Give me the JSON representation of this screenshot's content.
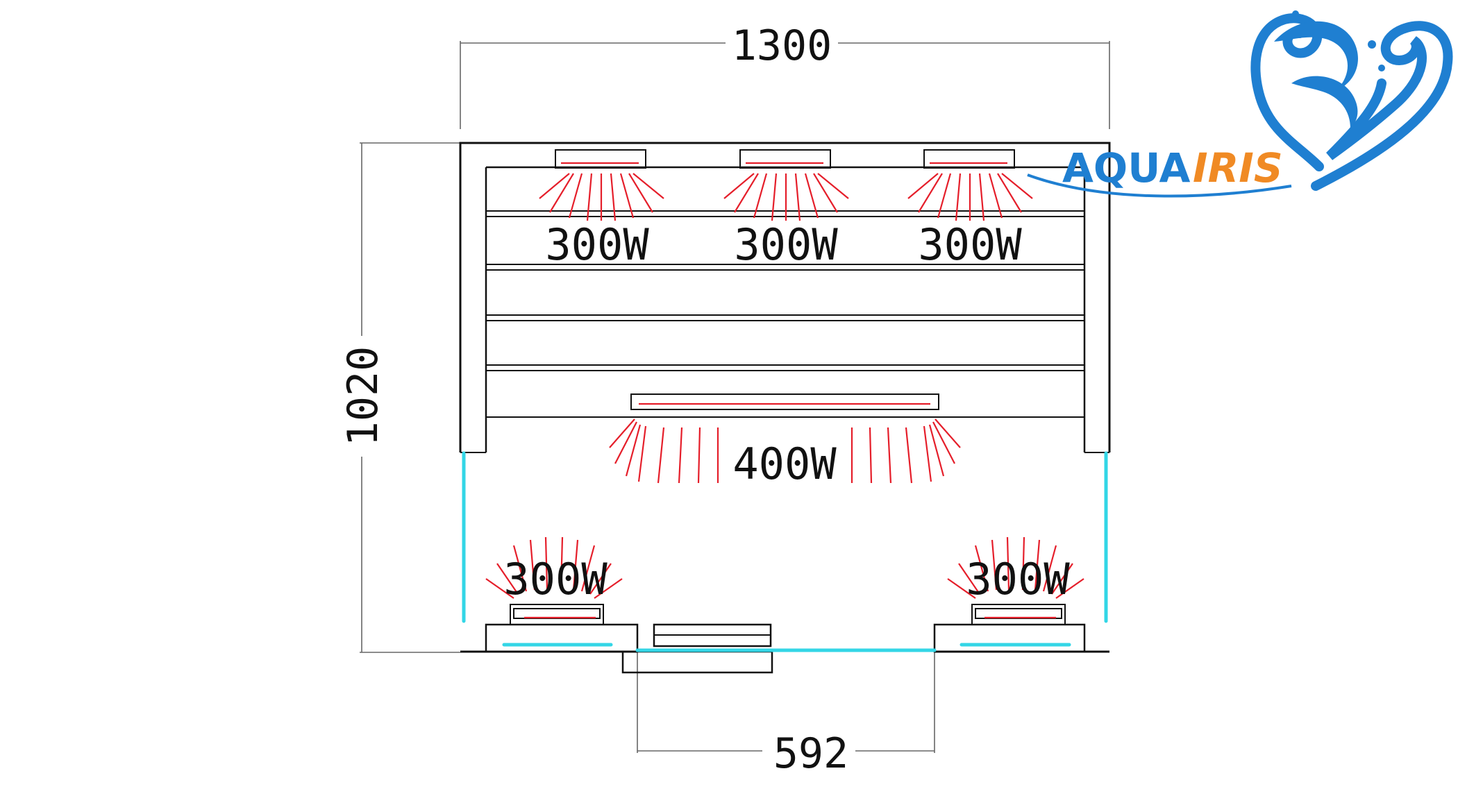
{
  "dimensions": {
    "width": "1300",
    "depth": "1020",
    "door_width": "592"
  },
  "heaters": {
    "back_left": "300W",
    "back_center": "300W",
    "back_right": "300W",
    "bench": "400W",
    "front_left": "300W",
    "front_right": "300W"
  },
  "logo": {
    "text_part1": "AQUA",
    "text_part2": "IRIS"
  },
  "colors": {
    "heater_red": "#e51e2a",
    "glass_cyan": "#33d6e6",
    "logo_blue": "#1f7fd1",
    "logo_orange": "#f08a24"
  }
}
